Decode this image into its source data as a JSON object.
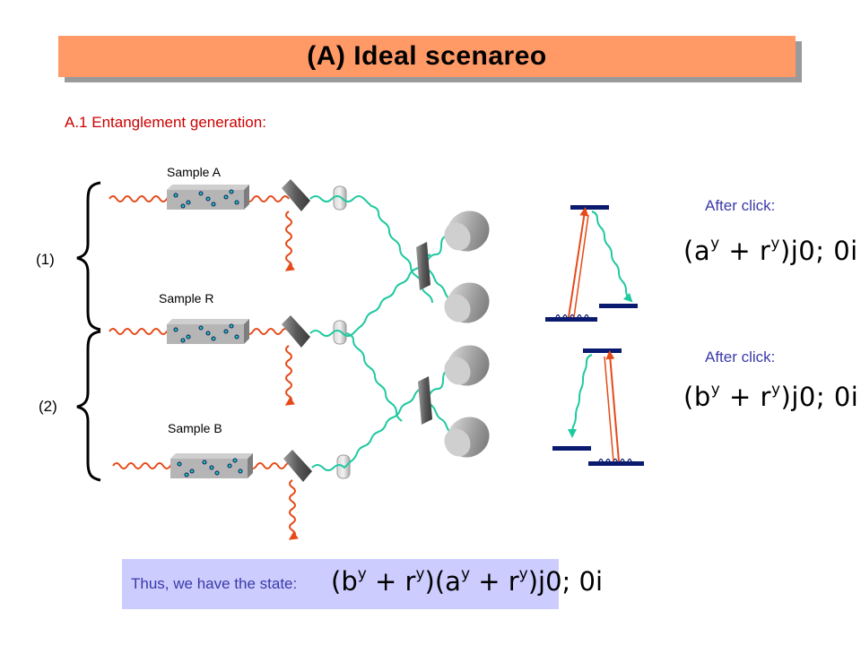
{
  "title": "(A)  Ideal scenareo",
  "subtitle": "A.1 Entanglement generation:",
  "samples": [
    "Sample A",
    "Sample R",
    "Sample B"
  ],
  "steps": [
    "(1)",
    "(2)"
  ],
  "after_click_1": "After click:",
  "after_click_2": "After click:",
  "formula_1": {
    "open": "(a",
    "sup1": "y",
    "mid": " + r",
    "sup2": "y",
    "close": ")j0; 0i"
  },
  "formula_2": {
    "open": "(b",
    "sup1": "y",
    "mid": " + r",
    "sup2": "y",
    "close": ")j0; 0i"
  },
  "result_label": "Thus, we have the state:",
  "result_formula": {
    "a": "(b",
    "s1": "y",
    "b": " + r",
    "s2": "y",
    "c": ")(a",
    "s3": "y",
    "d": " + r",
    "s4": "y",
    "e": ")j0; 0i"
  },
  "colors": {
    "title_bar": "#ff9966",
    "subtitle": "#cc0000",
    "pump_wave": "#e64a19",
    "photon_wave": "#1fc9a0",
    "level": "#0a1a6e",
    "result_box": "#ccccff",
    "after_label": "#3a3aa8"
  }
}
